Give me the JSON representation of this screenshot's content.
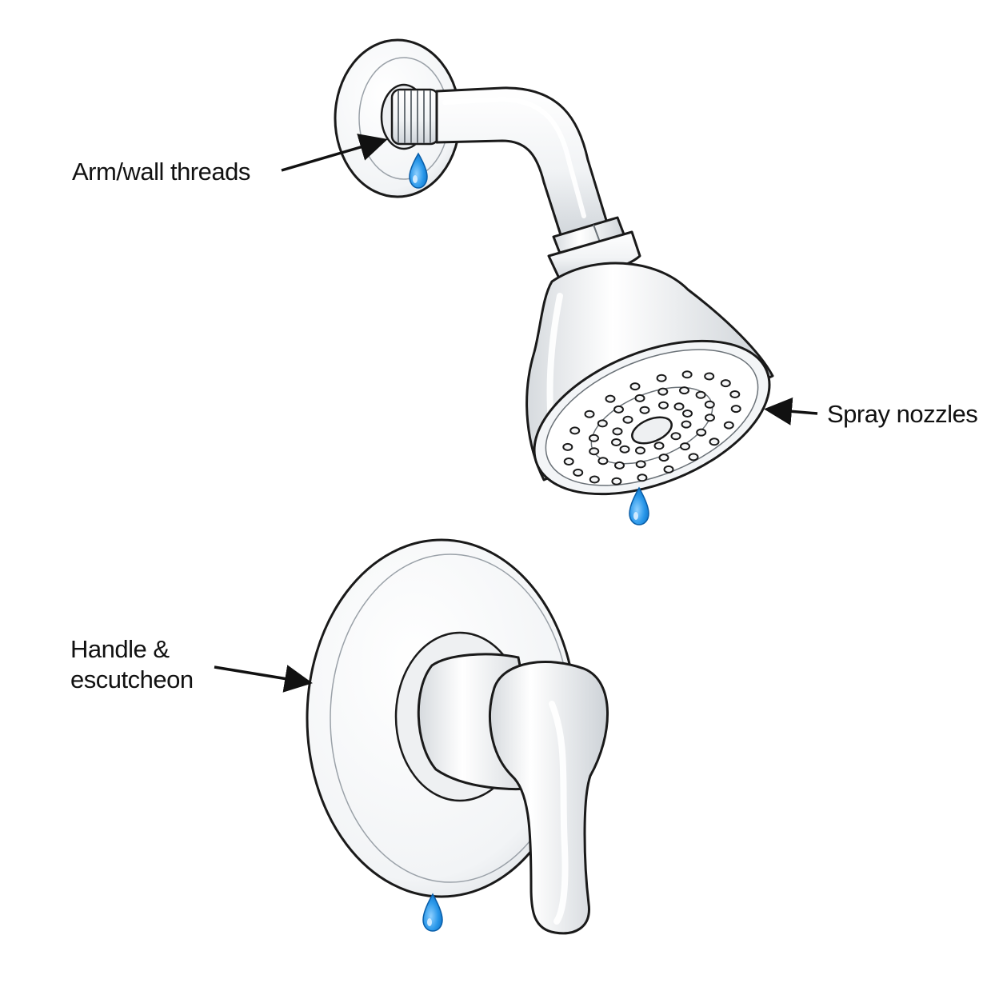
{
  "labels": {
    "arm_wall_threads": "Arm/wall threads",
    "spray_nozzles": "Spray nozzles",
    "handle_line1": "Handle &",
    "handle_line2": "escutcheon"
  },
  "colors": {
    "outline": "#1a1a1a",
    "metal_highlight": "#ffffff",
    "metal_shade": "#d9dde1",
    "water_drop": "#1e8fe6",
    "water_drop_highlight": "#9fd3ff"
  },
  "icons": {
    "drop": "water-drop-icon",
    "arrow": "leader-arrow"
  }
}
